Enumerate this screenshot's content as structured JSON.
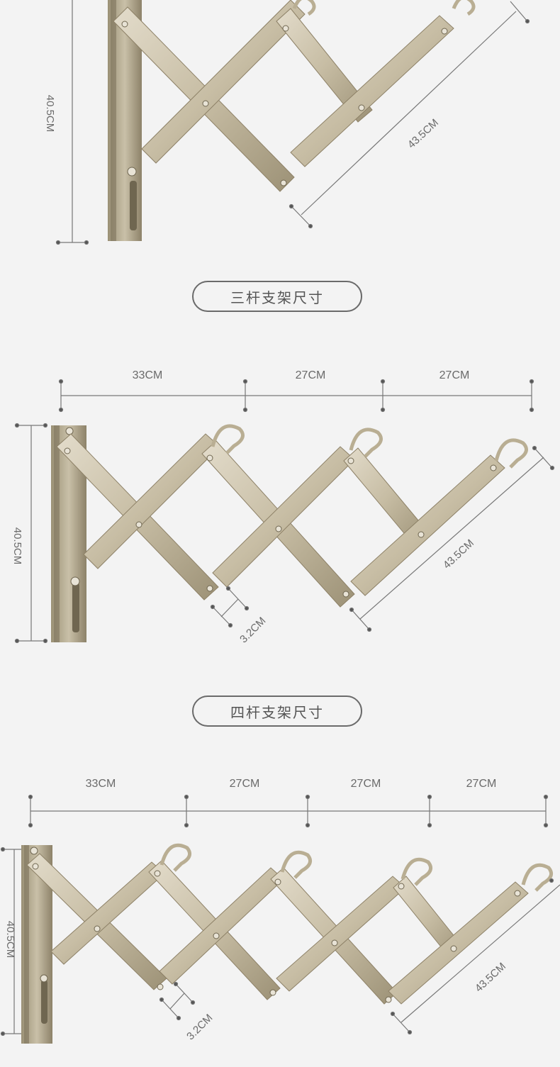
{
  "colors": {
    "background": "#f3f3f3",
    "dimension_line": "#777777",
    "text": "#6a6a6a",
    "bracket_metal": "#c9bfa8",
    "bracket_dark": "#8d8167"
  },
  "section1": {
    "height_label": "40.5CM",
    "arm_label": "43.5CM"
  },
  "section2": {
    "title": "三杆支架尺寸",
    "widths": [
      "33CM",
      "27CM",
      "27CM"
    ],
    "height_label": "40.5CM",
    "arm_label": "43.5CM",
    "thickness_label": "3.2CM"
  },
  "section3": {
    "title": "四杆支架尺寸",
    "widths": [
      "33CM",
      "27CM",
      "27CM",
      "27CM"
    ],
    "height_label": "40.5CM",
    "arm_label": "43.5CM",
    "thickness_label": "3.2CM"
  }
}
